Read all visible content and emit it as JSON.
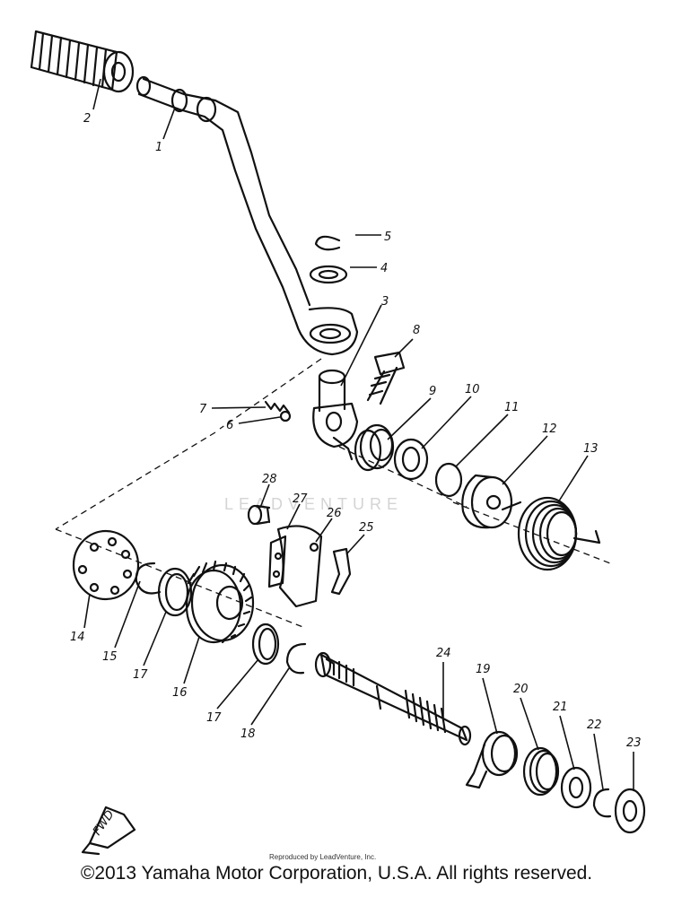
{
  "diagram": {
    "watermark": "LEADVENTURE",
    "fwd_label": "FWD",
    "fine_print": "Reproduced by LeadVenture, Inc.",
    "callouts": {
      "c1": "1",
      "c2": "2",
      "c3": "3",
      "c4": "4",
      "c5": "5",
      "c6": "6",
      "c7": "7",
      "c8": "8",
      "c9": "9",
      "c10": "10",
      "c11": "11",
      "c12": "12",
      "c13": "13",
      "c14": "14",
      "c15": "15",
      "c16": "16",
      "c17a": "17",
      "c17b": "17",
      "c18": "18",
      "c19": "19",
      "c20": "20",
      "c21": "21",
      "c22": "22",
      "c23": "23",
      "c24": "24",
      "c25": "25",
      "c26": "26",
      "c27": "27",
      "c28": "28"
    }
  },
  "footer": {
    "copyright": "©2013 Yamaha Motor Corporation, U.S.A. All rights reserved."
  }
}
